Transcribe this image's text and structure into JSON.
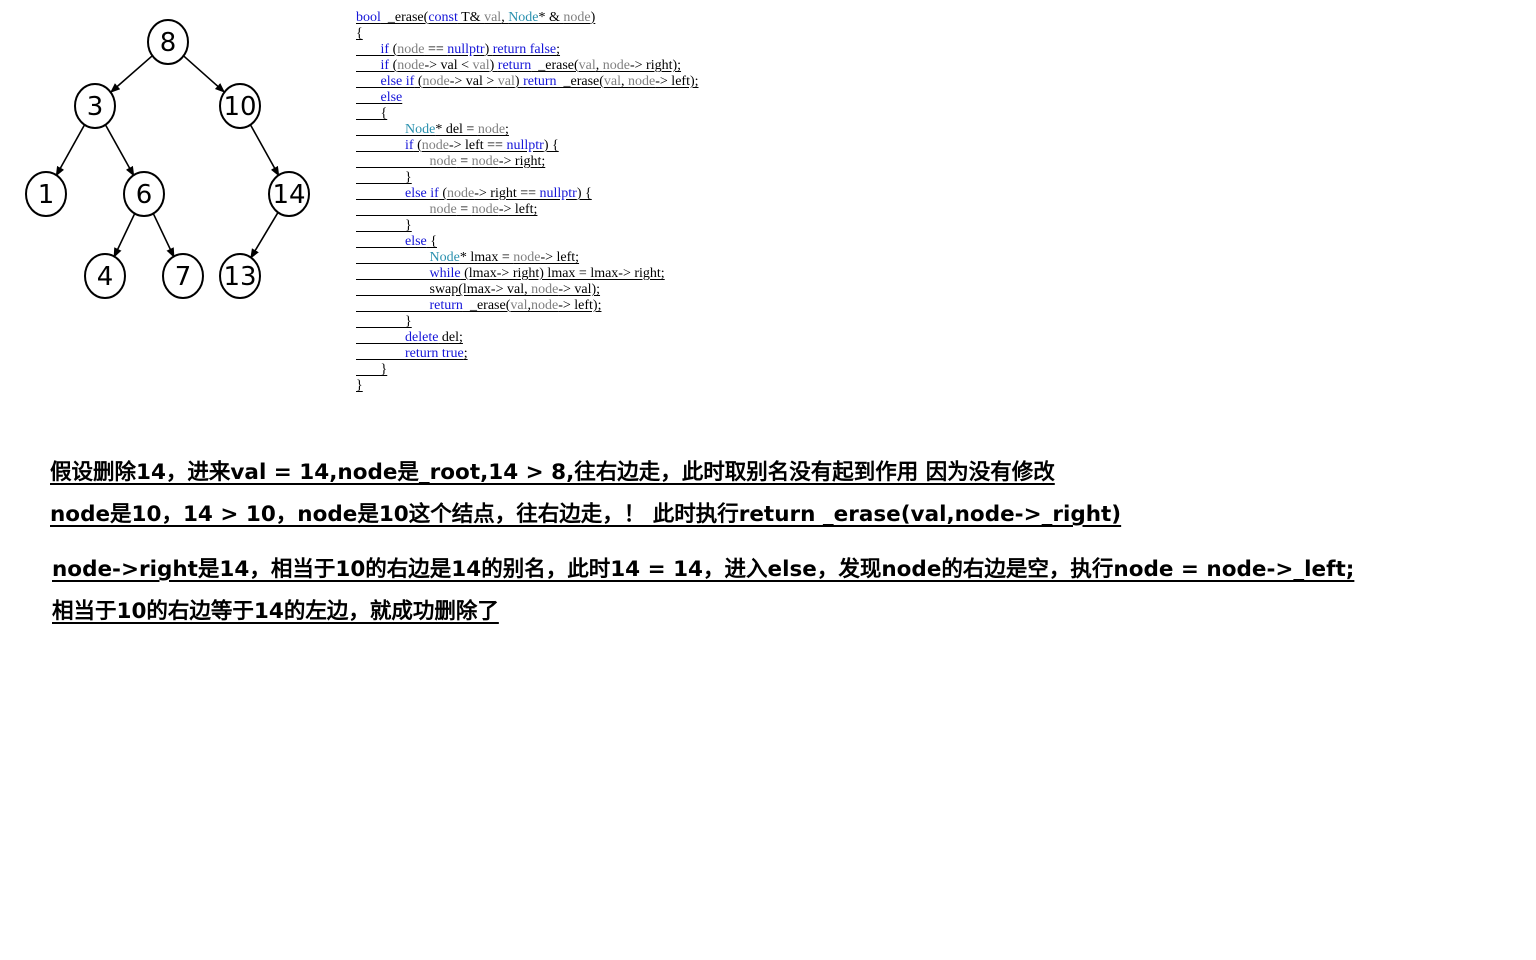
{
  "tree": {
    "nodes": [
      {
        "id": "n8",
        "label": "8"
      },
      {
        "id": "n3",
        "label": "3"
      },
      {
        "id": "n10",
        "label": "10"
      },
      {
        "id": "n1",
        "label": "1"
      },
      {
        "id": "n6",
        "label": "6"
      },
      {
        "id": "n14",
        "label": "14"
      },
      {
        "id": "n4",
        "label": "4"
      },
      {
        "id": "n7",
        "label": "7"
      },
      {
        "id": "n13",
        "label": "13"
      }
    ],
    "edges": [
      [
        "n8",
        "n3"
      ],
      [
        "n8",
        "n10"
      ],
      [
        "n3",
        "n1"
      ],
      [
        "n3",
        "n6"
      ],
      [
        "n10",
        "n14"
      ],
      [
        "n6",
        "n4"
      ],
      [
        "n6",
        "n7"
      ],
      [
        "n14",
        "n13"
      ]
    ]
  },
  "code": {
    "colors": {
      "keyword": "#1515d8",
      "type": "#2b91af",
      "param": "#808080",
      "plain": "#000000"
    },
    "lines": [
      [
        [
          "kw",
          "bool"
        ],
        [
          "pl",
          "  _erase("
        ],
        [
          "kw",
          "const"
        ],
        [
          "pl",
          " T& "
        ],
        [
          "pa",
          "val"
        ],
        [
          "pl",
          ", "
        ],
        [
          "ty",
          "Node"
        ],
        [
          "pl",
          "* & "
        ],
        [
          "pa",
          "node"
        ],
        [
          "pl",
          ")"
        ]
      ],
      [
        [
          "pl",
          "{"
        ]
      ],
      [
        [
          "pl",
          "       "
        ],
        [
          "kw",
          "if"
        ],
        [
          "pl",
          " ("
        ],
        [
          "pa",
          "node"
        ],
        [
          "pl",
          " == "
        ],
        [
          "kw",
          "nullptr"
        ],
        [
          "pl",
          ") "
        ],
        [
          "kw",
          "return false"
        ],
        [
          "pl",
          ";"
        ]
      ],
      [
        [
          "pl",
          "       "
        ],
        [
          "kw",
          "if"
        ],
        [
          "pl",
          " ("
        ],
        [
          "pa",
          "node"
        ],
        [
          "pl",
          "-> val < "
        ],
        [
          "pa",
          "val"
        ],
        [
          "pl",
          ") "
        ],
        [
          "kw",
          "return"
        ],
        [
          "pl",
          "  _erase("
        ],
        [
          "pa",
          "val"
        ],
        [
          "pl",
          ", "
        ],
        [
          "pa",
          "node"
        ],
        [
          "pl",
          "-> right);"
        ]
      ],
      [
        [
          "pl",
          "       "
        ],
        [
          "kw",
          "else if"
        ],
        [
          "pl",
          " ("
        ],
        [
          "pa",
          "node"
        ],
        [
          "pl",
          "-> val > "
        ],
        [
          "pa",
          "val"
        ],
        [
          "pl",
          ") "
        ],
        [
          "kw",
          "return"
        ],
        [
          "pl",
          "  _erase("
        ],
        [
          "pa",
          "val"
        ],
        [
          "pl",
          ", "
        ],
        [
          "pa",
          "node"
        ],
        [
          "pl",
          "-> left);"
        ]
      ],
      [
        [
          "pl",
          "       "
        ],
        [
          "kw",
          "else"
        ]
      ],
      [
        [
          "pl",
          "       {"
        ]
      ],
      [
        [
          "pl",
          "              "
        ],
        [
          "ty",
          "Node"
        ],
        [
          "pl",
          "* del = "
        ],
        [
          "pa",
          "node"
        ],
        [
          "pl",
          ";"
        ]
      ],
      [
        [
          "pl",
          "              "
        ],
        [
          "kw",
          "if"
        ],
        [
          "pl",
          " ("
        ],
        [
          "pa",
          "node"
        ],
        [
          "pl",
          "-> left == "
        ],
        [
          "kw",
          "nullptr"
        ],
        [
          "pl",
          ") {"
        ]
      ],
      [
        [
          "pl",
          "                     "
        ],
        [
          "pa",
          "node"
        ],
        [
          "pl",
          " = "
        ],
        [
          "pa",
          "node"
        ],
        [
          "pl",
          "-> right;"
        ]
      ],
      [
        [
          "pl",
          "              }"
        ]
      ],
      [
        [
          "pl",
          "              "
        ],
        [
          "kw",
          "else if"
        ],
        [
          "pl",
          " ("
        ],
        [
          "pa",
          "node"
        ],
        [
          "pl",
          "-> right == "
        ],
        [
          "kw",
          "nullptr"
        ],
        [
          "pl",
          ") {"
        ]
      ],
      [
        [
          "pl",
          "                     "
        ],
        [
          "pa",
          "node"
        ],
        [
          "pl",
          " = "
        ],
        [
          "pa",
          "node"
        ],
        [
          "pl",
          "-> left;"
        ]
      ],
      [
        [
          "pl",
          "              }"
        ]
      ],
      [
        [
          "pl",
          "              "
        ],
        [
          "kw",
          "else"
        ],
        [
          "pl",
          " {"
        ]
      ],
      [
        [
          "pl",
          "                     "
        ],
        [
          "ty",
          "Node"
        ],
        [
          "pl",
          "* lmax = "
        ],
        [
          "pa",
          "node"
        ],
        [
          "pl",
          "-> left;"
        ]
      ],
      [
        [
          "pl",
          "                     "
        ],
        [
          "kw",
          "while"
        ],
        [
          "pl",
          " (lmax-> right) lmax = lmax-> right;"
        ]
      ],
      [
        [
          "pl",
          "                     swap(lmax-> val, "
        ],
        [
          "pa",
          "node"
        ],
        [
          "pl",
          "-> val);"
        ]
      ],
      [
        [
          "pl",
          "                     "
        ],
        [
          "kw",
          "return"
        ],
        [
          "pl",
          "  _erase("
        ],
        [
          "pa",
          "val"
        ],
        [
          "pl",
          ","
        ],
        [
          "pa",
          "node"
        ],
        [
          "pl",
          "-> left);"
        ]
      ],
      [
        [
          "pl",
          "              }"
        ]
      ],
      [
        [
          "pl",
          "              "
        ],
        [
          "kw",
          "delete"
        ],
        [
          "pl",
          " del;"
        ]
      ],
      [
        [
          "pl",
          "              "
        ],
        [
          "kw",
          "return true"
        ],
        [
          "pl",
          ";"
        ]
      ],
      [
        [
          "pl",
          "       }"
        ]
      ],
      [
        [
          "pl",
          "}"
        ]
      ]
    ]
  },
  "notes": [
    "假设删除14，进来val = 14,node是_root,14 > 8,往右边走，此时取别名没有起到作用 因为没有修改",
    "node是10，14 > 10，node是10这个结点，往右边走，！ 此时执行return _erase(val,node->_right)",
    "node->right是14，相当于10的右边是14的别名，此时14 = 14，进入else，发现node的右边是空，执行node = node->_left;",
    "相当于10的右边等于14的左边，就成功删除了"
  ]
}
